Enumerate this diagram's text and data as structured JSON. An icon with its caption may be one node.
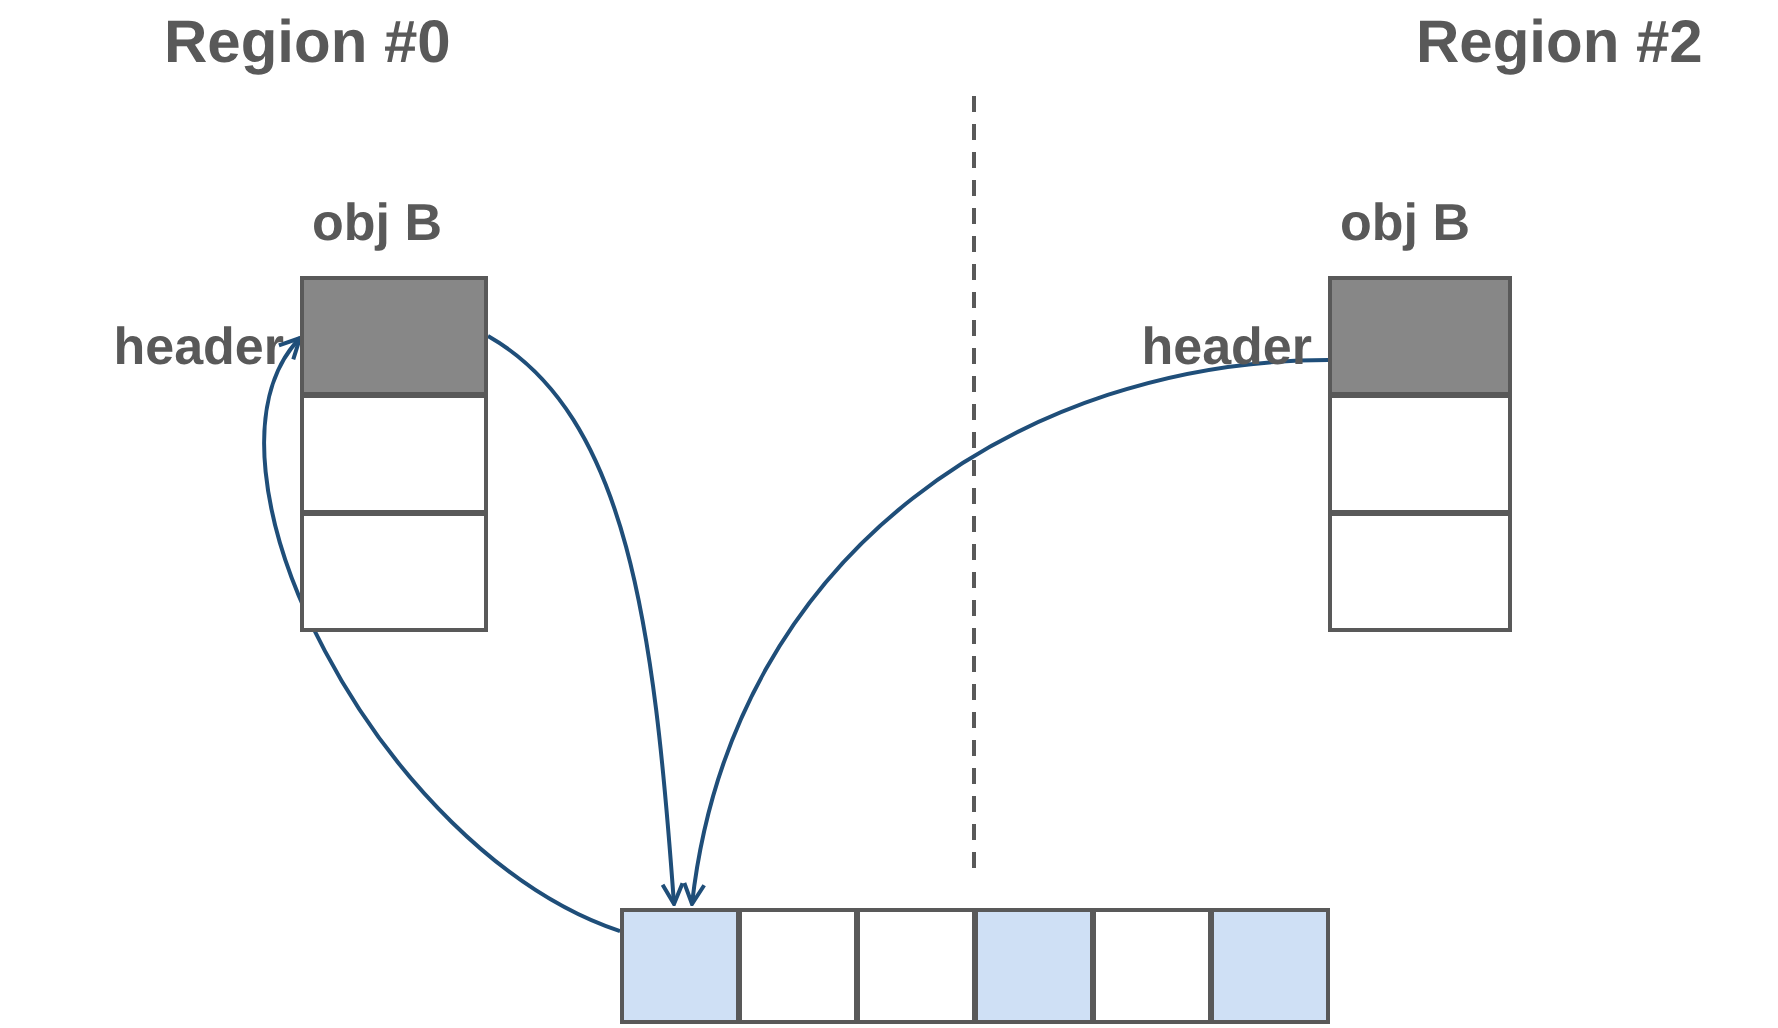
{
  "diagram": {
    "nodes": [
      {
        "text": [
          "obj B"
        ]
      },
      {
        "text": [],
        "shape": "box",
        "in": 0,
        "beside": [
          "header"
        ]
      },
      {
        "text": [],
        "shape": "box",
        "in": 0
      },
      {
        "text": [],
        "shape": "box",
        "in": 0
      },
      {
        "text": [
          "obj B"
        ]
      },
      {
        "text": [],
        "shape": "box",
        "in": 4,
        "beside": [
          "header"
        ]
      },
      {
        "text": [],
        "shape": "box",
        "in": 4
      },
      {
        "text": [],
        "shape": "box",
        "in": 4
      },
      {
        "text": [],
        "shape": "box"
      },
      {
        "text": [],
        "shape": "box"
      },
      {
        "text": [],
        "shape": "box"
      },
      {
        "text": [],
        "shape": "box"
      },
      {
        "text": [],
        "shape": "box"
      },
      {
        "text": [],
        "shape": "box"
      }
    ],
    "edges": [
      {
        "from": 1,
        "to": 8,
        "arrow": "to"
      },
      {
        "from": 8,
        "to": 1,
        "arrow": "to"
      },
      {
        "from": 5,
        "to": 8,
        "arrow": "to"
      }
    ],
    "labels": [
      "Region #0",
      "Region #2"
    ]
  }
}
